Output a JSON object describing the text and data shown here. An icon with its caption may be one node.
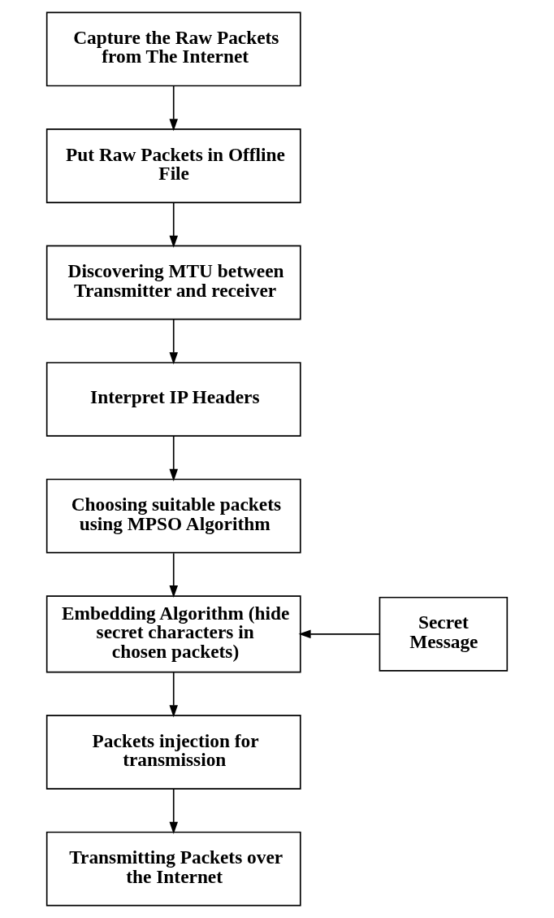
{
  "diagram": {
    "nodes": [
      {
        "text": [
          "Capture the Raw Packets from The Internet"
        ]
      },
      {
        "text": [
          "Put Raw Packets in Offline File"
        ]
      },
      {
        "text": [
          "Discovering MTU between Transmitter and receiver"
        ]
      },
      {
        "text": [
          "Interpret IP Headers"
        ]
      },
      {
        "text": [
          "Choosing suitable packets using MPSO Algorithm"
        ]
      },
      {
        "text": [
          "Secret Message"
        ]
      },
      {
        "text": [
          "Embedding Algorithm (hide secret characters in chosen packets)"
        ]
      },
      {
        "text": [
          "Packets injection for transmission"
        ]
      },
      {
        "text": [
          "Transmitting Packets over the Internet"
        ]
      }
    ],
    "edges": [
      {
        "from": 0,
        "to": 1,
        "arrow": "to"
      },
      {
        "from": 1,
        "to": 2,
        "arrow": "to"
      },
      {
        "from": 2,
        "to": 3,
        "arrow": "to"
      },
      {
        "from": 3,
        "to": 4,
        "arrow": "to"
      },
      {
        "from": 4,
        "to": 6,
        "arrow": "to"
      },
      {
        "from": 5,
        "to": 6,
        "arrow": "to"
      },
      {
        "from": 6,
        "to": 7,
        "arrow": "to"
      },
      {
        "from": 7,
        "to": 8,
        "arrow": "to"
      }
    ]
  }
}
